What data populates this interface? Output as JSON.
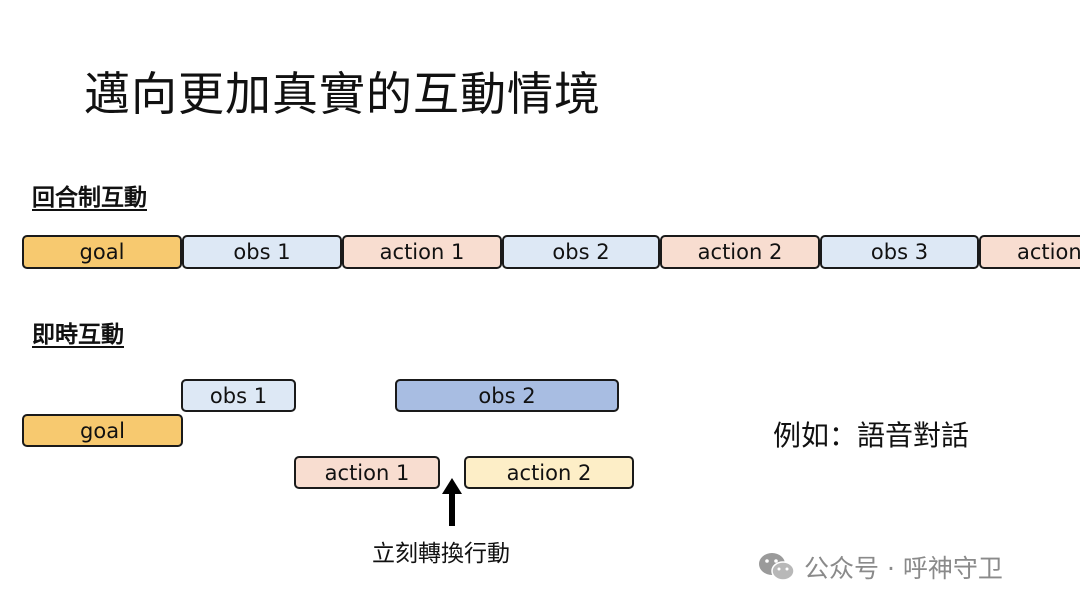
{
  "title": "邁向更加真實的互動情境",
  "turn_based": {
    "heading": "回合制互動",
    "blocks": [
      "goal",
      "obs 1",
      "action 1",
      "obs 2",
      "action 2",
      "obs 3",
      "action"
    ]
  },
  "realtime": {
    "heading": "即時互動",
    "blocks": {
      "obs1": "obs 1",
      "obs2": "obs 2",
      "goal": "goal",
      "action1": "action 1",
      "action2": "action 2"
    },
    "arrow_caption": "立刻轉換行動"
  },
  "example_note": "例如：語音對話",
  "watermark": "公众号 · 呼神守卫",
  "colors": {
    "goal": "#f7c96f",
    "obs": "#dde8f5",
    "obs_highlight": "#a8bde2",
    "action": "#f8ddd0",
    "action_new": "#fdeec7"
  }
}
